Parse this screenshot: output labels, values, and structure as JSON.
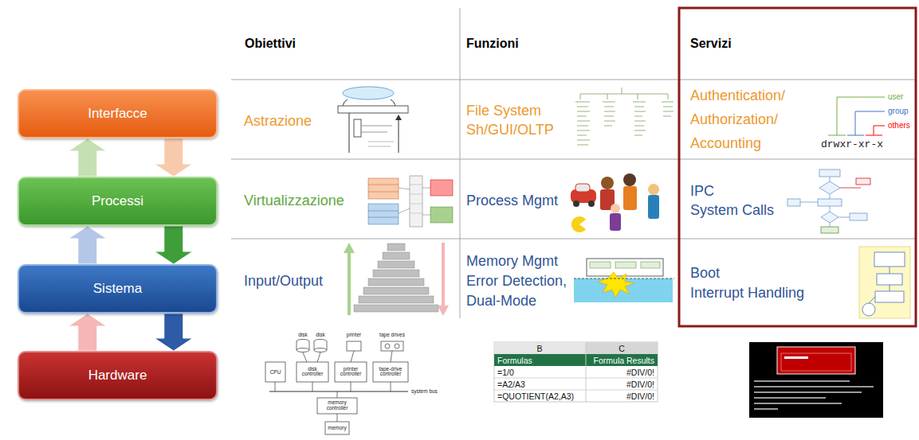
{
  "diagram": {
    "nodes": [
      {
        "text": [
          "Interfacce"
        ]
      },
      {
        "text": [
          "Processi"
        ]
      },
      {
        "text": [
          "Sistema"
        ]
      },
      {
        "text": [
          "Hardware"
        ]
      }
    ],
    "edges": [
      {
        "from": 1,
        "to": 0,
        "arrow": "to"
      },
      {
        "from": 0,
        "to": 1,
        "arrow": "to"
      },
      {
        "from": 2,
        "to": 1,
        "arrow": "to"
      },
      {
        "from": 1,
        "to": 2,
        "arrow": "to"
      },
      {
        "from": 3,
        "to": 2,
        "arrow": "to"
      },
      {
        "from": 2,
        "to": 3,
        "arrow": "to"
      }
    ],
    "labels": [
      "Obiettivi",
      "Funzioni",
      "Servizi",
      "Astrazione",
      "File System",
      "Sh/GUI/OLTP",
      "Authentication/",
      "Authorization/",
      "Accounting",
      "user",
      "group",
      "others",
      "drwxr-xr-x",
      "Virtualizzazione",
      "Process Mgmt",
      "IPC",
      "System Calls",
      "Input/Output",
      "Memory Mgmt",
      "Error Detection,",
      "Dual-Mode",
      "Boot",
      "Interrupt Handling",
      "disk",
      "disk",
      "printer",
      "tape drives",
      "CPU",
      "disk controller",
      "printer controller",
      "tape-drive controller",
      "system bus",
      "memory controller",
      "memory",
      "B",
      "C",
      "Formulas",
      "Formula Results",
      "=1/0",
      "#DIV/0!",
      "=A2/A3",
      "#DIV/0!",
      "=QUOTIENT(A2,A3)",
      "#DIV/0!"
    ]
  }
}
